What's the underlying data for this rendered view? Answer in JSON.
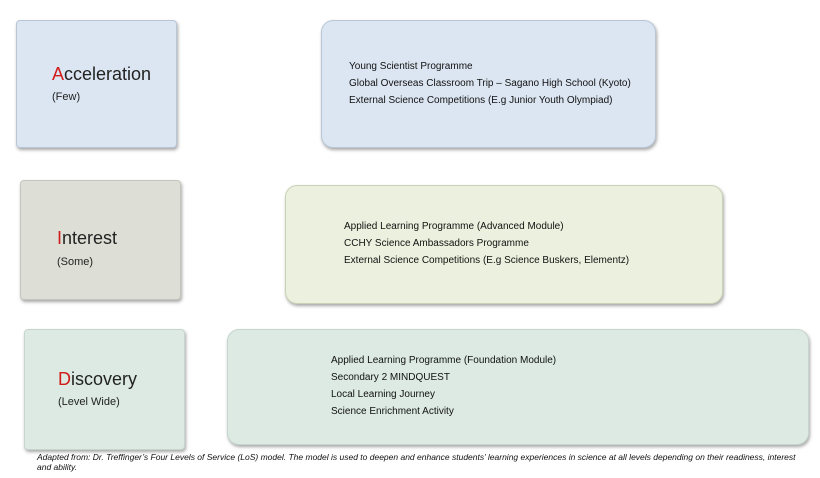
{
  "levels": [
    {
      "id": "acceleration",
      "initial": "A",
      "rest": "cceleration",
      "sub": "(Few)",
      "items": [
        "Young Scientist Programme",
        "Global Overseas Classroom Trip – Sagano High School (Kyoto)",
        "External Science Competitions (E.g Junior Youth Olympiad)"
      ]
    },
    {
      "id": "interest",
      "initial": "I",
      "rest": "nterest",
      "sub": "(Some)",
      "items": [
        "Applied Learning Programme (Advanced Module)",
        "CCHY Science Ambassadors Programme",
        "External Science Competitions (E.g Science Buskers, Elementz)"
      ]
    },
    {
      "id": "discovery",
      "initial": "D",
      "rest": "iscovery",
      "sub": "(Level Wide)",
      "items": [
        "Applied Learning Programme (Foundation Module)",
        "Secondary 2 MINDQUEST",
        "Local Learning Journey",
        "Science Enrichment Activity"
      ]
    }
  ],
  "caption": "Adapted from: Dr. Treffinger’s Four Levels of Service (LoS) model.  The model is used to deepen and enhance students’ learning experiences in science at all levels depending on their readiness, interest and ability.",
  "colors": {
    "acceleration_fill": "#dce6f2",
    "interest_label_fill": "#dddfd6",
    "interest_content_fill": "#ebf1de",
    "discovery_fill": "#dceae3",
    "initial_red": "#d11a1a"
  }
}
